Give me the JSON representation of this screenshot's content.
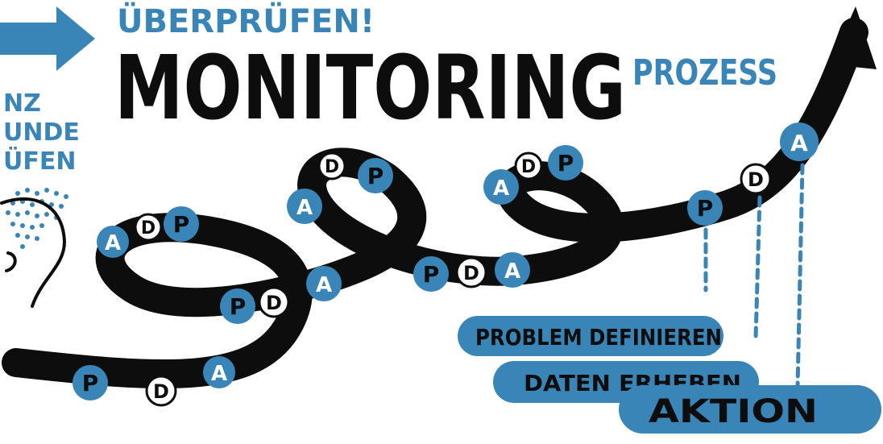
{
  "header": {
    "check_label": "ÜBERPRÜFEN!",
    "title": "MONITORING",
    "subtitle": "PROZESS"
  },
  "left_fragment": {
    "lines": [
      "NZ",
      "UNDE",
      "ÜFEN"
    ]
  },
  "loop_letters": [
    "P",
    "D",
    "A",
    "P",
    "D",
    "A",
    "P",
    "D",
    "A",
    "P",
    "D",
    "A",
    "P",
    "D",
    "A",
    "P",
    "D",
    "A"
  ],
  "steps": {
    "problem": "PROBLEM DEFINIEREN",
    "data": "DATEN ERHEBEN",
    "action": "AKTION"
  },
  "colors": {
    "accent_blue": "#3a85b8",
    "ink": "#0d0d0d",
    "paper": "#ffffff"
  }
}
